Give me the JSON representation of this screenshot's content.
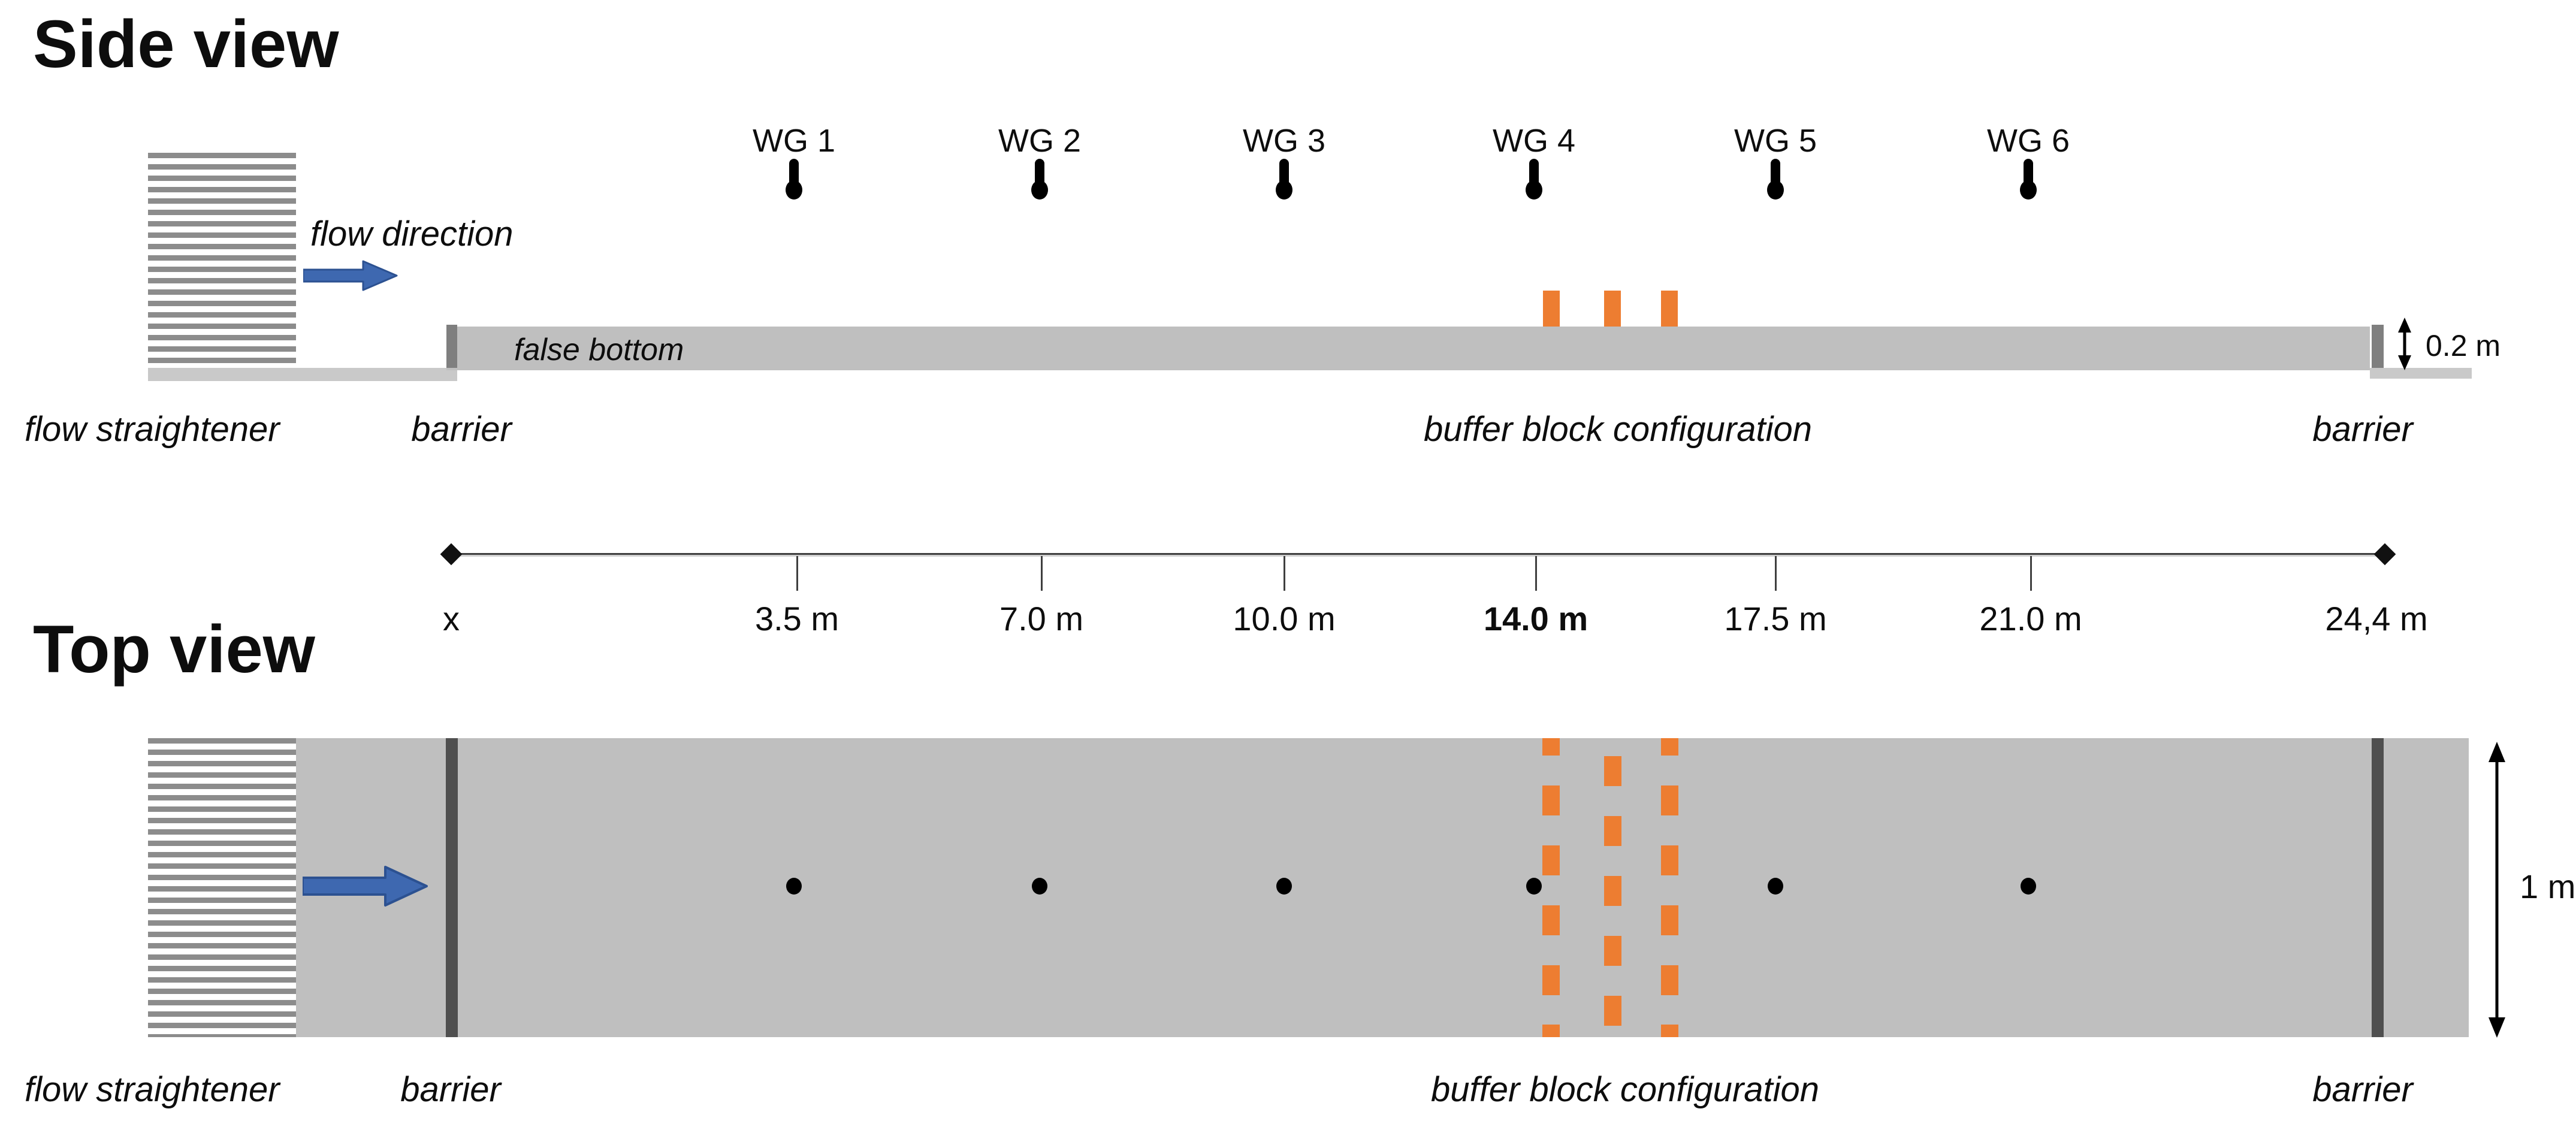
{
  "side_view": {
    "title": "Side view",
    "flow_direction_label": "flow direction",
    "false_bottom_label": "false bottom",
    "depth_label": "0.2 m",
    "wave_gauges": [
      {
        "label": "WG 1"
      },
      {
        "label": "WG 2"
      },
      {
        "label": "WG 3"
      },
      {
        "label": "WG 4"
      },
      {
        "label": "WG 5"
      },
      {
        "label": "WG 6"
      }
    ],
    "captions": {
      "flow_straightener": "flow straightener",
      "barrier_left": "barrier",
      "buffer_blocks": "buffer block configuration",
      "barrier_right": "barrier"
    }
  },
  "ruler": {
    "origin_label": "x",
    "ticks": [
      {
        "label": "3.5 m",
        "bold": false
      },
      {
        "label": "7.0 m",
        "bold": false
      },
      {
        "label": "10.0 m",
        "bold": false
      },
      {
        "label": "14.0 m",
        "bold": true
      },
      {
        "label": "17.5 m",
        "bold": false
      },
      {
        "label": "21.0 m",
        "bold": false
      }
    ],
    "end_label": "24,4 m"
  },
  "top_view": {
    "title": "Top view",
    "width_label": "1 m",
    "captions": {
      "flow_straightener": "flow straightener",
      "barrier_left": "barrier",
      "buffer_blocks": "buffer block configuration",
      "barrier_right": "barrier"
    }
  },
  "colors": {
    "channel_gray": "#bfbfbf",
    "floor_gray": "#c9c9c9",
    "stripe_gray": "#8c8c8c",
    "barrier_dark": "#4f4f4f",
    "barrier_medium": "#7f7f7f",
    "buffer_orange": "#ED7D31",
    "arrow_blue": "#3E68B0",
    "arrow_blue_border": "#2C5191"
  }
}
